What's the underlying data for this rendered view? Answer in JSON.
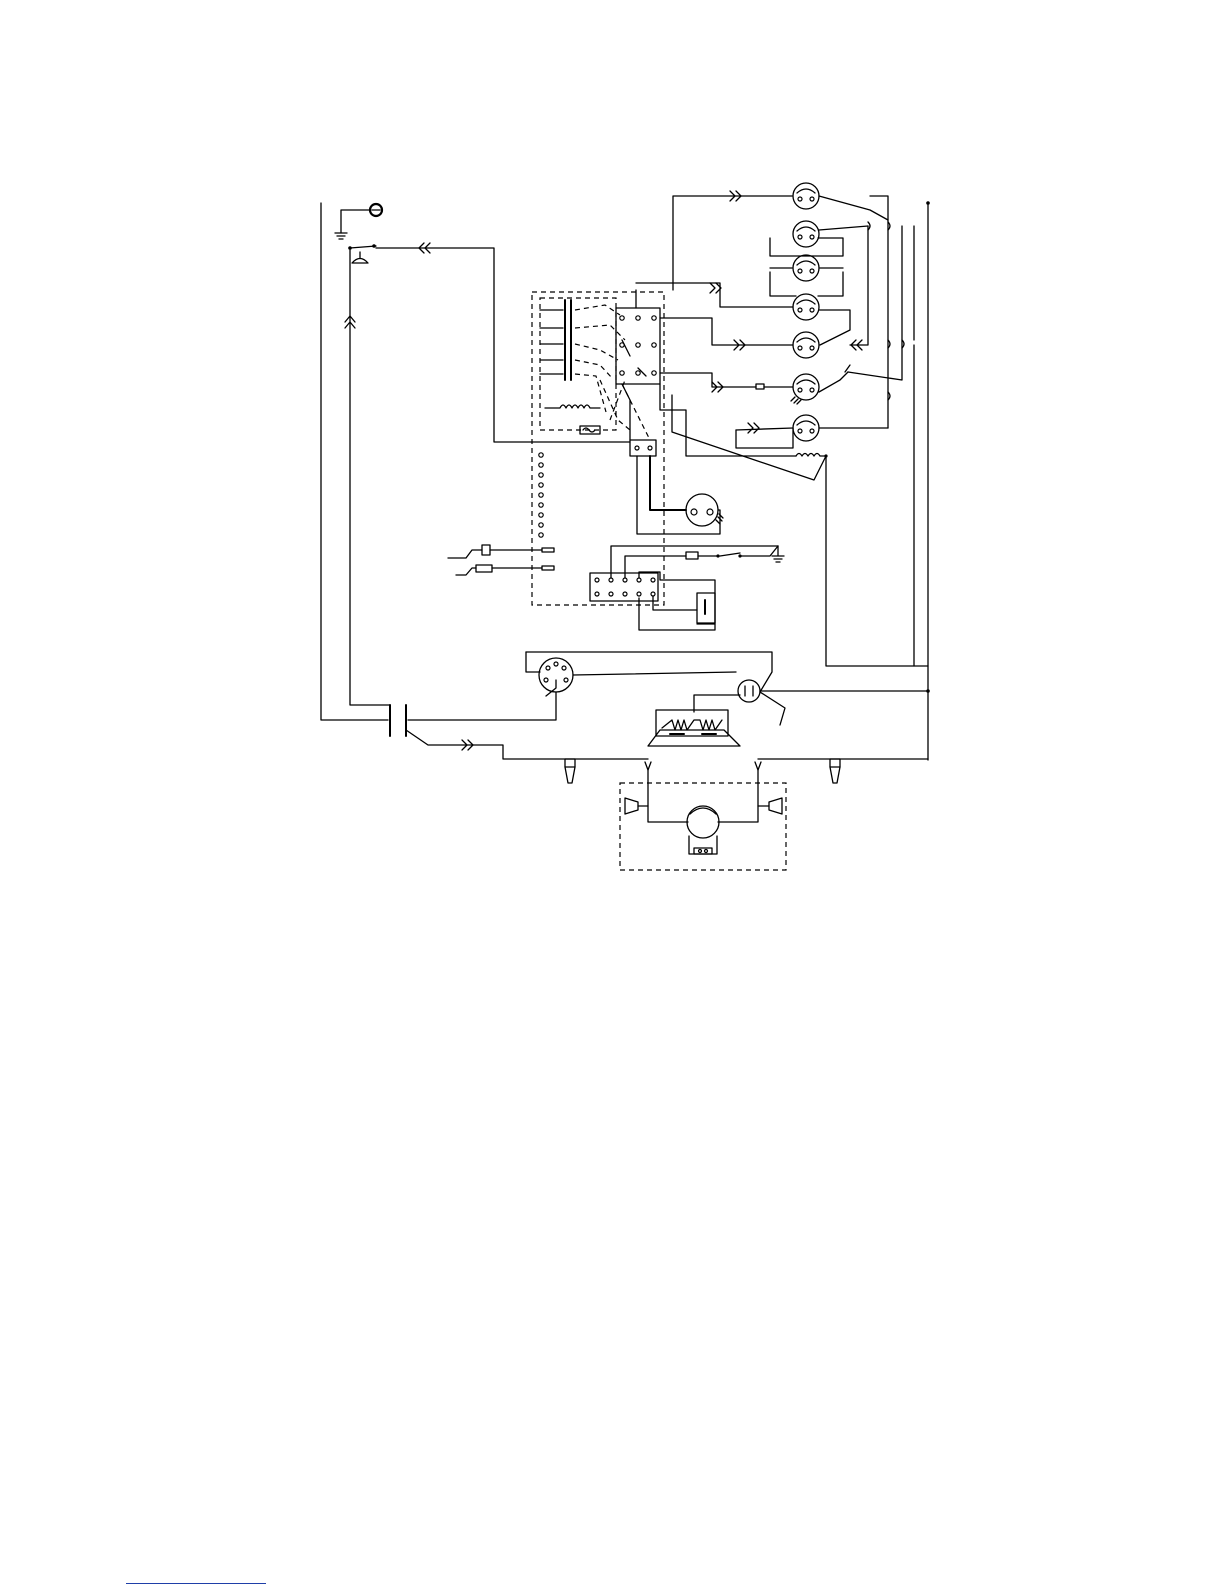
{
  "diagram": {
    "components": [
      "ground-terminal",
      "door-switch",
      "control-board",
      "indicator-lights-strip",
      "lamp-sockets",
      "thermistor-probe",
      "fuse-and-switch",
      "terminal-block",
      "relay",
      "timer-motor",
      "heater-element",
      "main-power-switch",
      "connector-plugs",
      "fan-motor-assembly"
    ],
    "colors": {
      "wire": "#000000",
      "background": "#ffffff",
      "link_underline": "#1f3fa8"
    }
  }
}
